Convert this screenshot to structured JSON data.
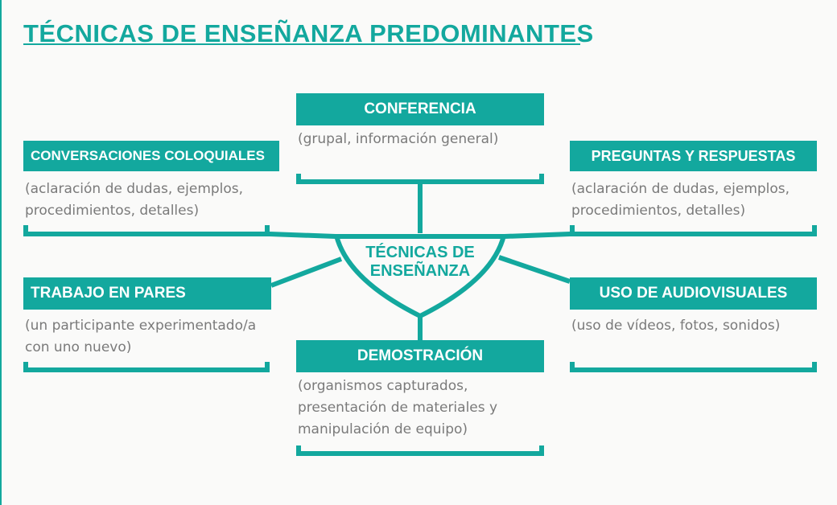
{
  "title": "TÉCNICAS DE ENSEÑANZA PREDOMINANTES",
  "center": {
    "line1": "TÉCNICAS DE",
    "line2": "ENSEÑANZA"
  },
  "accent": "#13a89e",
  "nodes": {
    "conferencia": {
      "label": "CONFERENCIA",
      "desc": "(grupal, información general)"
    },
    "conversaciones": {
      "label": "CONVERSACIONES COLOQUIALES",
      "desc": "(aclaración de dudas, ejemplos,\nprocedimientos, detalles)"
    },
    "preguntas": {
      "label": "PREGUNTAS Y RESPUESTAS",
      "desc": "(aclaración de dudas, ejemplos,\nprocedimientos, detalles)"
    },
    "trabajo": {
      "label": "TRABAJO EN PARES",
      "desc": "(un participante experimentado/a\ncon uno nuevo)"
    },
    "audiovisuales": {
      "label": "USO DE AUDIOVISUALES",
      "desc": "(uso de vídeos, fotos, sonidos)"
    },
    "demostracion": {
      "label": "DEMOSTRACIÓN",
      "desc": "(organismos capturados,\npresentación de materiales y\nmanipulación de equipo)"
    }
  }
}
